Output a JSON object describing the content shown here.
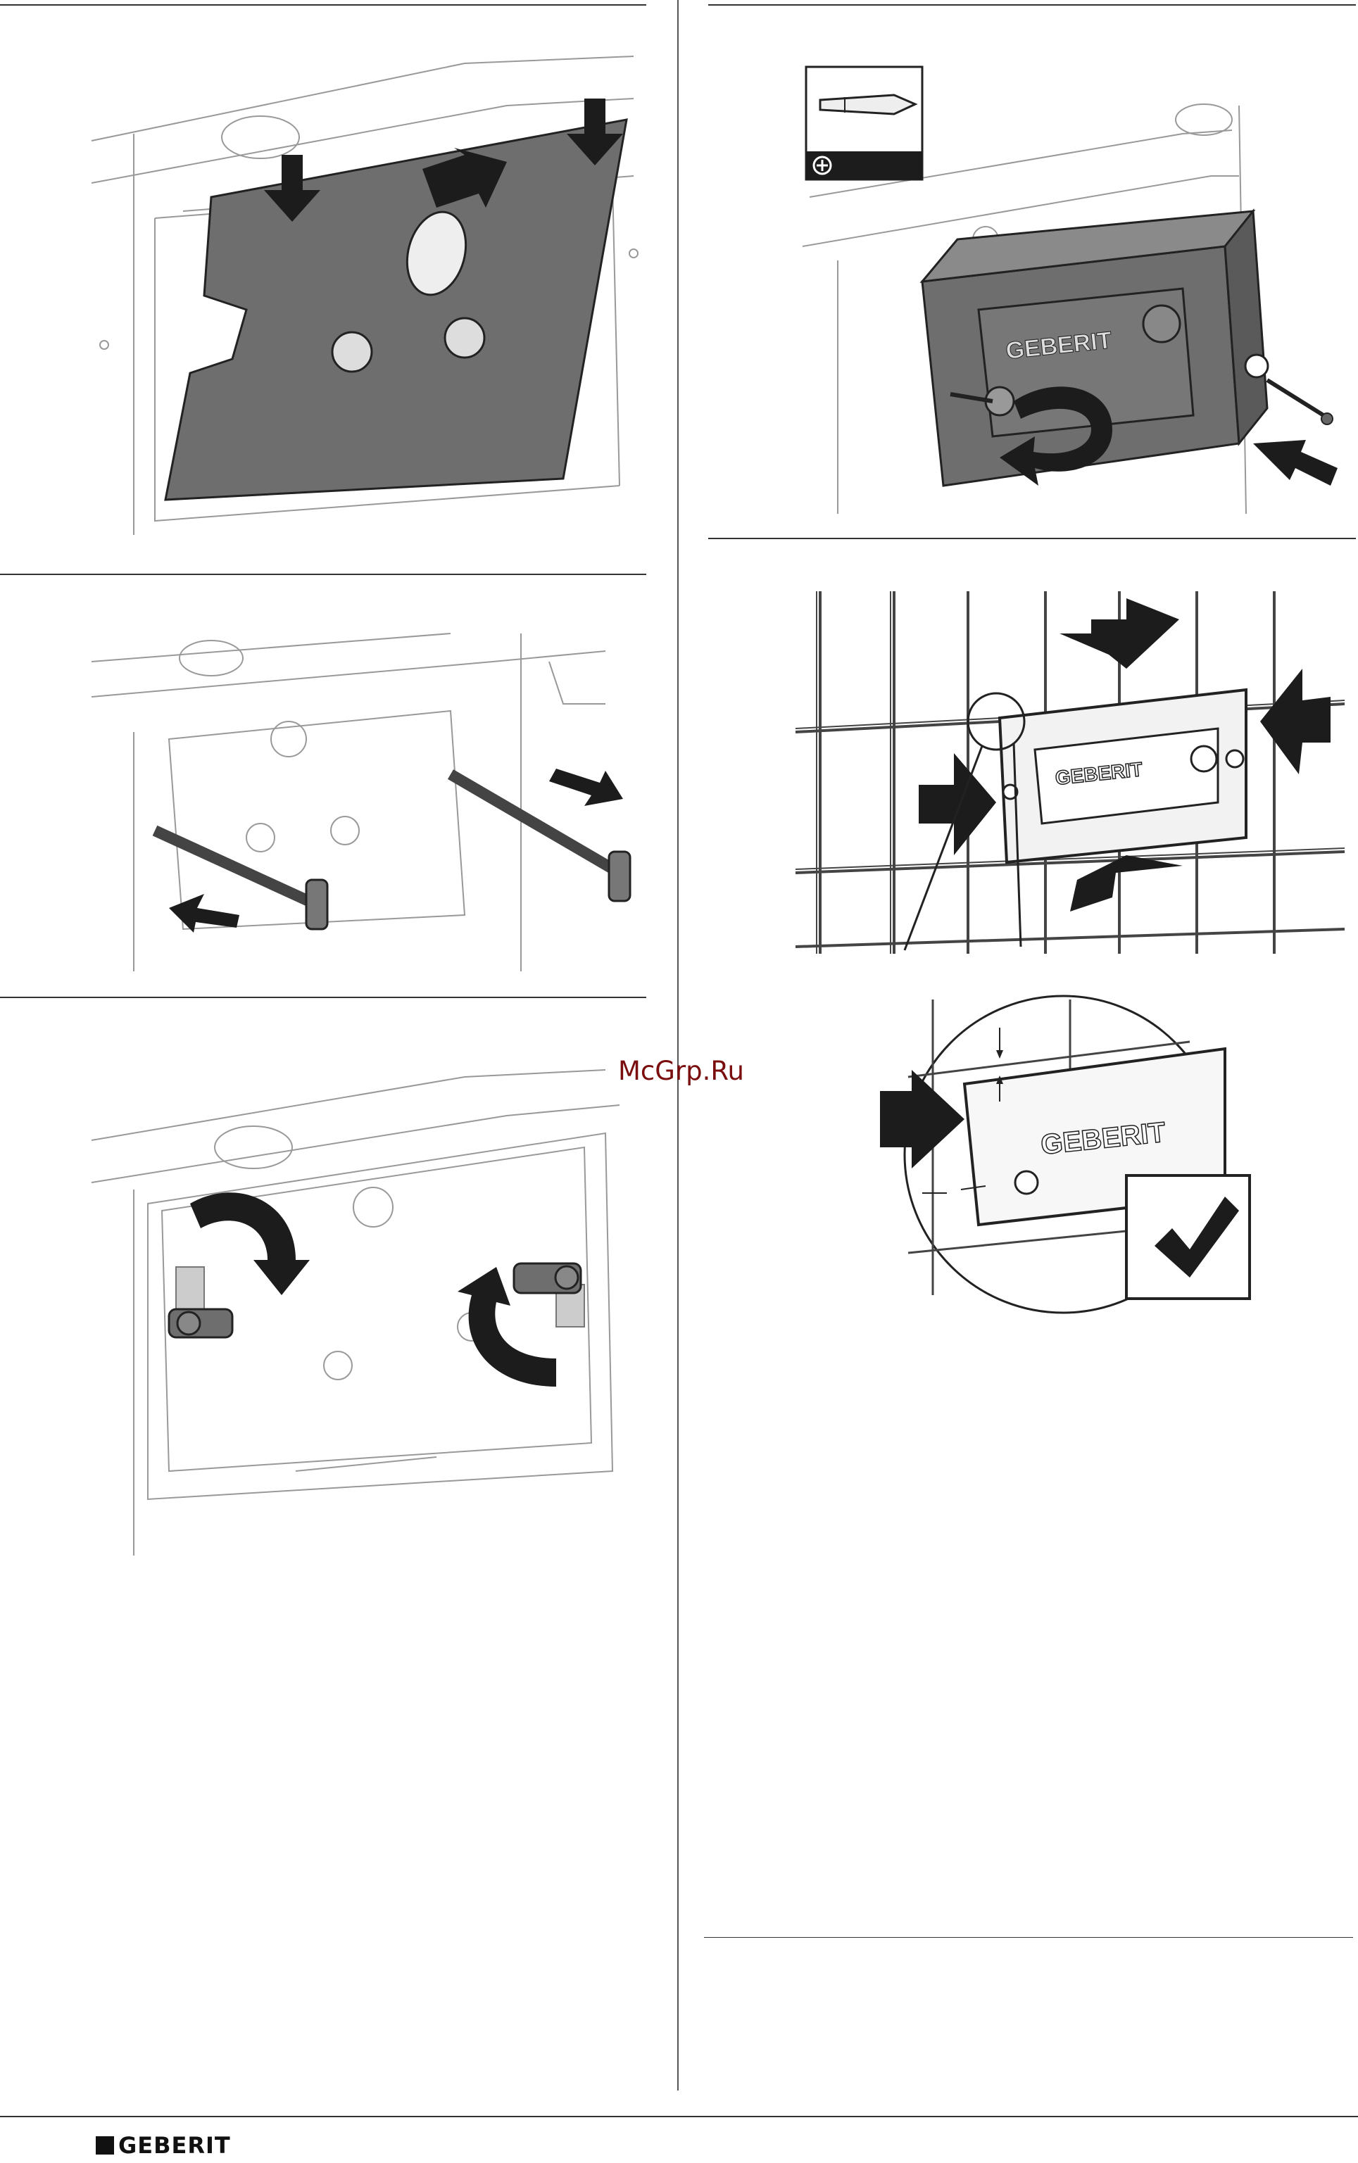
{
  "document": {
    "watermark": "McGrp.Ru",
    "brand_label": "GEBERIT",
    "footer_brand": "GEBERIT"
  },
  "icons": {
    "screwdriver": "phillips-screwdriver-icon",
    "check": "check-mark-icon"
  },
  "colors": {
    "line": "#222222",
    "panel_fill": "#6e6e6e",
    "arrow_fill": "#1c1c1c",
    "light_fill": "#f2f2f2"
  }
}
